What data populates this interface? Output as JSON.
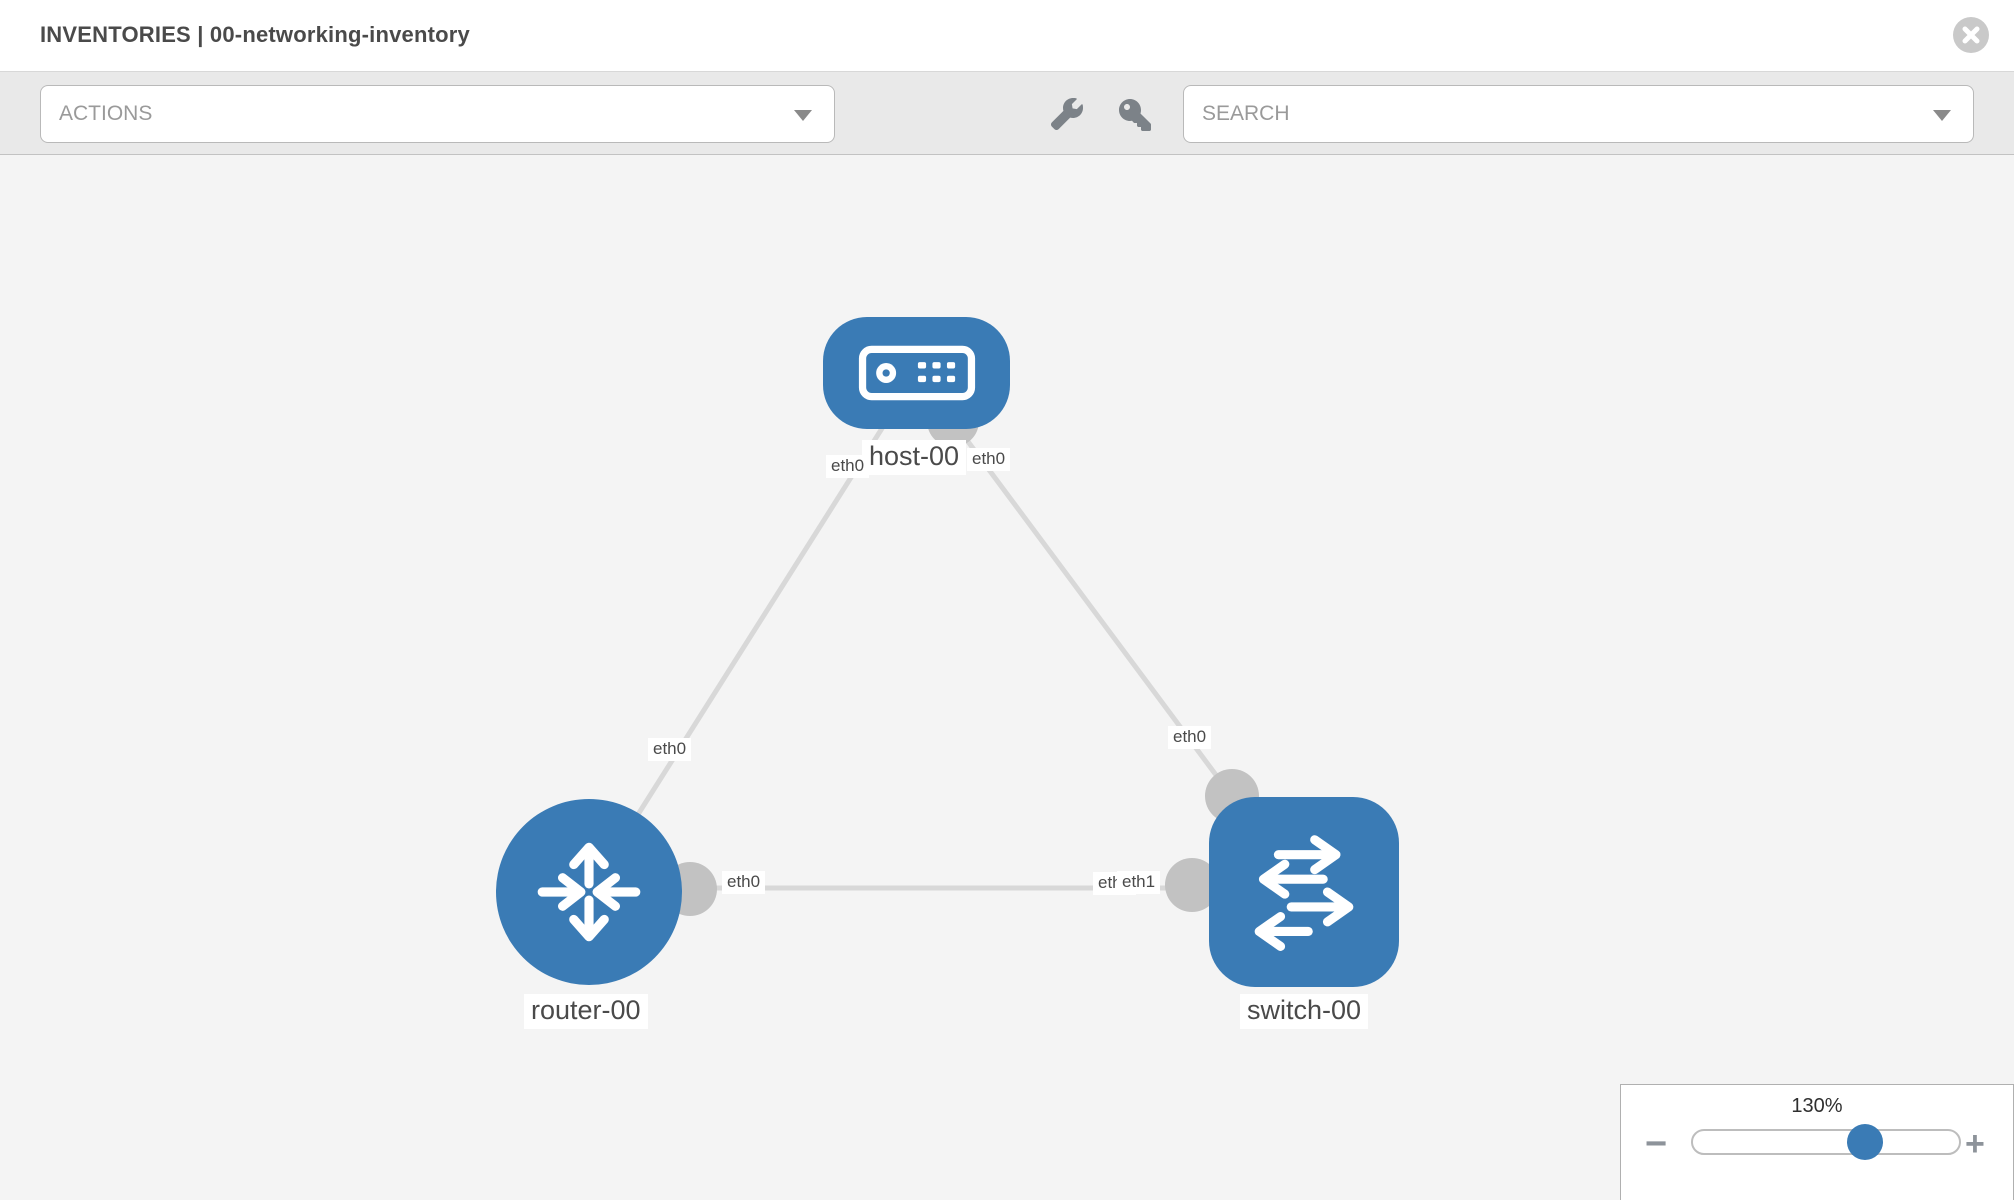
{
  "window": {
    "title": "INVENTORIES | 00-networking-inventory"
  },
  "toolbar": {
    "actions_placeholder": "ACTIONS",
    "search_placeholder": "SEARCH",
    "tool_icons": [
      "wrench",
      "key"
    ]
  },
  "topology": {
    "nodes": [
      {
        "id": "host-00",
        "type": "host",
        "label": "host-00"
      },
      {
        "id": "router-00",
        "type": "router",
        "label": "router-00"
      },
      {
        "id": "switch-00",
        "type": "switch",
        "label": "switch-00"
      }
    ],
    "links": [
      {
        "source": "host-00",
        "source_interface": "eth0",
        "target": "router-00",
        "target_interface": "eth0"
      },
      {
        "source": "host-00",
        "source_interface": "eth0",
        "target": "switch-00",
        "target_interface": "eth0"
      },
      {
        "source": "router-00",
        "source_interface": "eth0",
        "target": "switch-00",
        "target_interface": "eth1",
        "target_overlapped_label": "eth0"
      }
    ]
  },
  "zoom_control": {
    "value": "130%",
    "minus_label": "−",
    "plus_label": "+",
    "slider_percent": 64
  },
  "colors": {
    "node_blue": "#3a7bb5",
    "link_gray": "#d8d8d8",
    "stub_gray": "#c2c2c2",
    "canvas_bg": "#f4f4f4",
    "toolbar_bg": "#e9e9e9"
  }
}
